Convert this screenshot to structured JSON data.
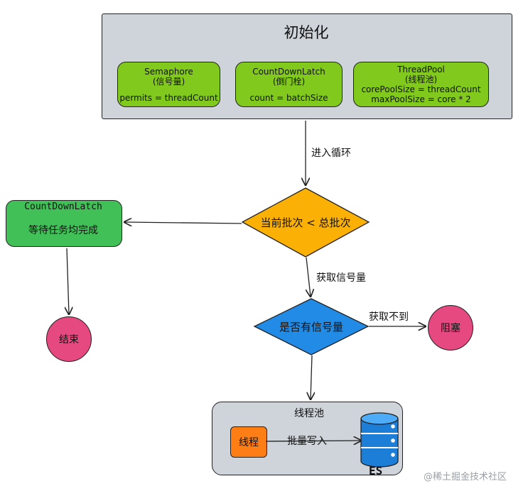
{
  "init": {
    "title": "初始化",
    "semaphore": {
      "line1": "Semaphore",
      "line2": "(信号量)",
      "line3": "permits = threadCount"
    },
    "countdownlatch": {
      "line1": "CountDownLatch",
      "line2": "(倒门栓)",
      "line3": "count = batchSize"
    },
    "threadpool": {
      "line1": "ThreadPool",
      "line2": "(线程池)",
      "line3": "corePoolSize = threadCount",
      "line4": "maxPoolSize = core * 2"
    }
  },
  "edges": {
    "enter_loop": "进入循环",
    "acquire_semaphore": "获取信号量",
    "acquire_failed": "获取不到",
    "batch_write": "批量写入"
  },
  "decision_batch": "当前批次 < 总批次",
  "decision_semaphore": "是否有信号量",
  "wait_box": {
    "title": "CountDownLatch",
    "text": "等待任务均完成"
  },
  "end_node": "结束",
  "blocked_node": "阻塞",
  "pool": {
    "title": "线程池",
    "thread": "线程",
    "db_label": "ES"
  },
  "watermark": "@稀土掘金技术社区",
  "colors": {
    "group_fill": "#ced4da",
    "green": "#82c91e",
    "decision_orange": "#fab005",
    "decision_blue": "#228be6",
    "wait_green": "#40c057",
    "terminal_pink": "#e64980",
    "thread_orange": "#fd7e14",
    "db_blue": "#1c7ed6"
  }
}
